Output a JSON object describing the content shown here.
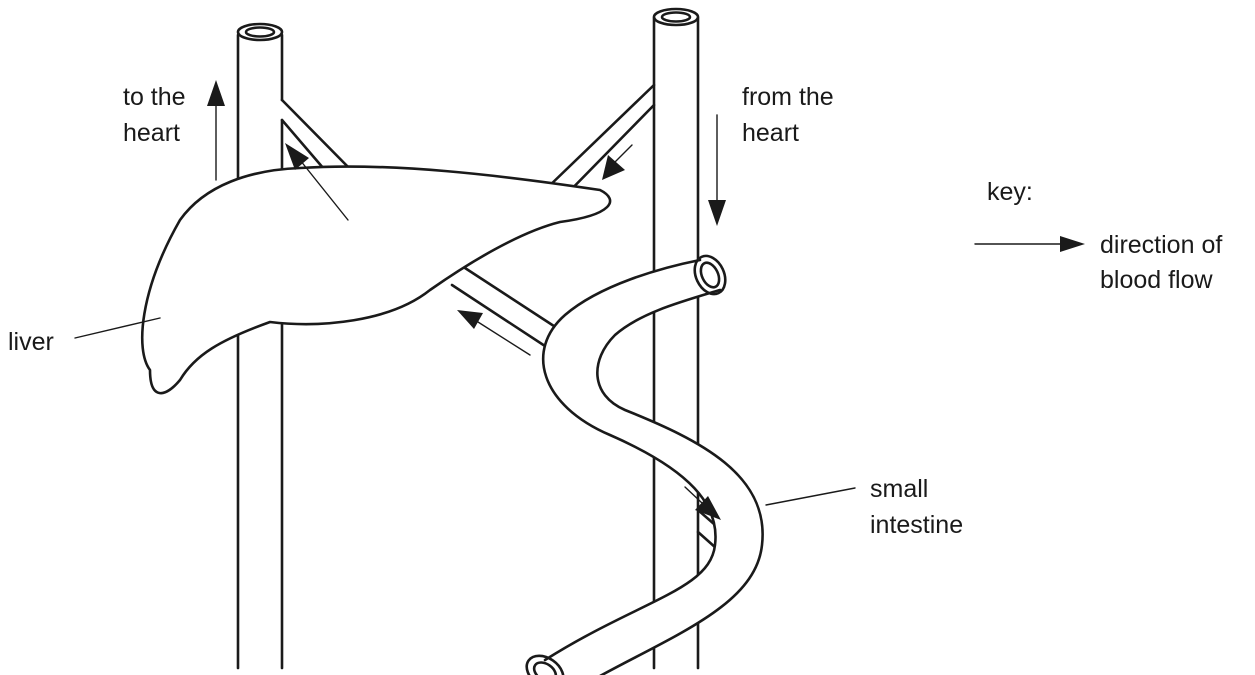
{
  "labels": {
    "to_heart_line1": "to the",
    "to_heart_line2": "heart",
    "from_heart_line1": "from the",
    "from_heart_line2": "heart",
    "key_title": "key:",
    "key_desc_line1": "direction of",
    "key_desc_line2": "blood flow",
    "liver": "liver",
    "intestine_line1": "small",
    "intestine_line2": "intestine"
  },
  "colors": {
    "ink": "#1a1a1a",
    "background": "#ffffff"
  }
}
